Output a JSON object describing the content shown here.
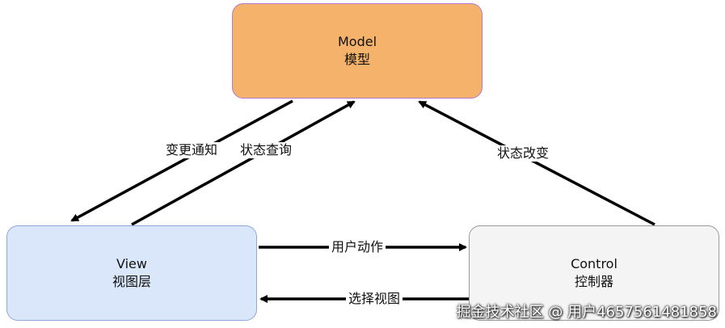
{
  "nodes": {
    "model": {
      "line1": "Model",
      "line2": "模型"
    },
    "view": {
      "line1": "View",
      "line2": "视图层"
    },
    "control": {
      "line1": "Control",
      "line2": "控制器"
    }
  },
  "edges": {
    "change_notify": "变更通知",
    "state_query": "状态查询",
    "state_change": "状态改变",
    "user_action": "用户动作",
    "select_view": "选择视图"
  },
  "watermark": "掘金技术社区 @ 用户4657561481858",
  "colors": {
    "model_fill": "#f4b26a",
    "model_border": "#b678d0",
    "view_fill": "#dae7fb",
    "control_fill": "#f4f4f4",
    "arrow": "#000000"
  }
}
